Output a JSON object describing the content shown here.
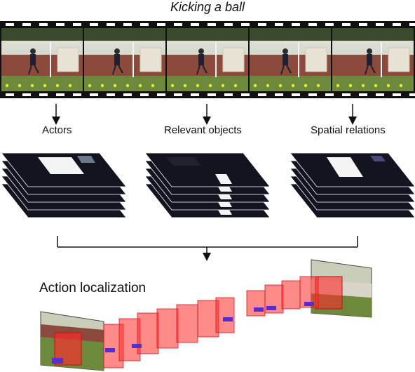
{
  "title": "Kicking a ball",
  "branches": [
    {
      "label": "Actors"
    },
    {
      "label": "Relevant objects"
    },
    {
      "label": "Spatial relations"
    }
  ],
  "output_label": "Action localization",
  "colors": {
    "film": "#111111",
    "sprocket": "#ffffff",
    "grass": "#6d8a3c",
    "wall": "#8b4a3c",
    "map_dark": "#141420",
    "map_bright": "#f4f4f4",
    "tube_fill": "#ff2a2a",
    "tube_object": "#5a2bd0"
  }
}
